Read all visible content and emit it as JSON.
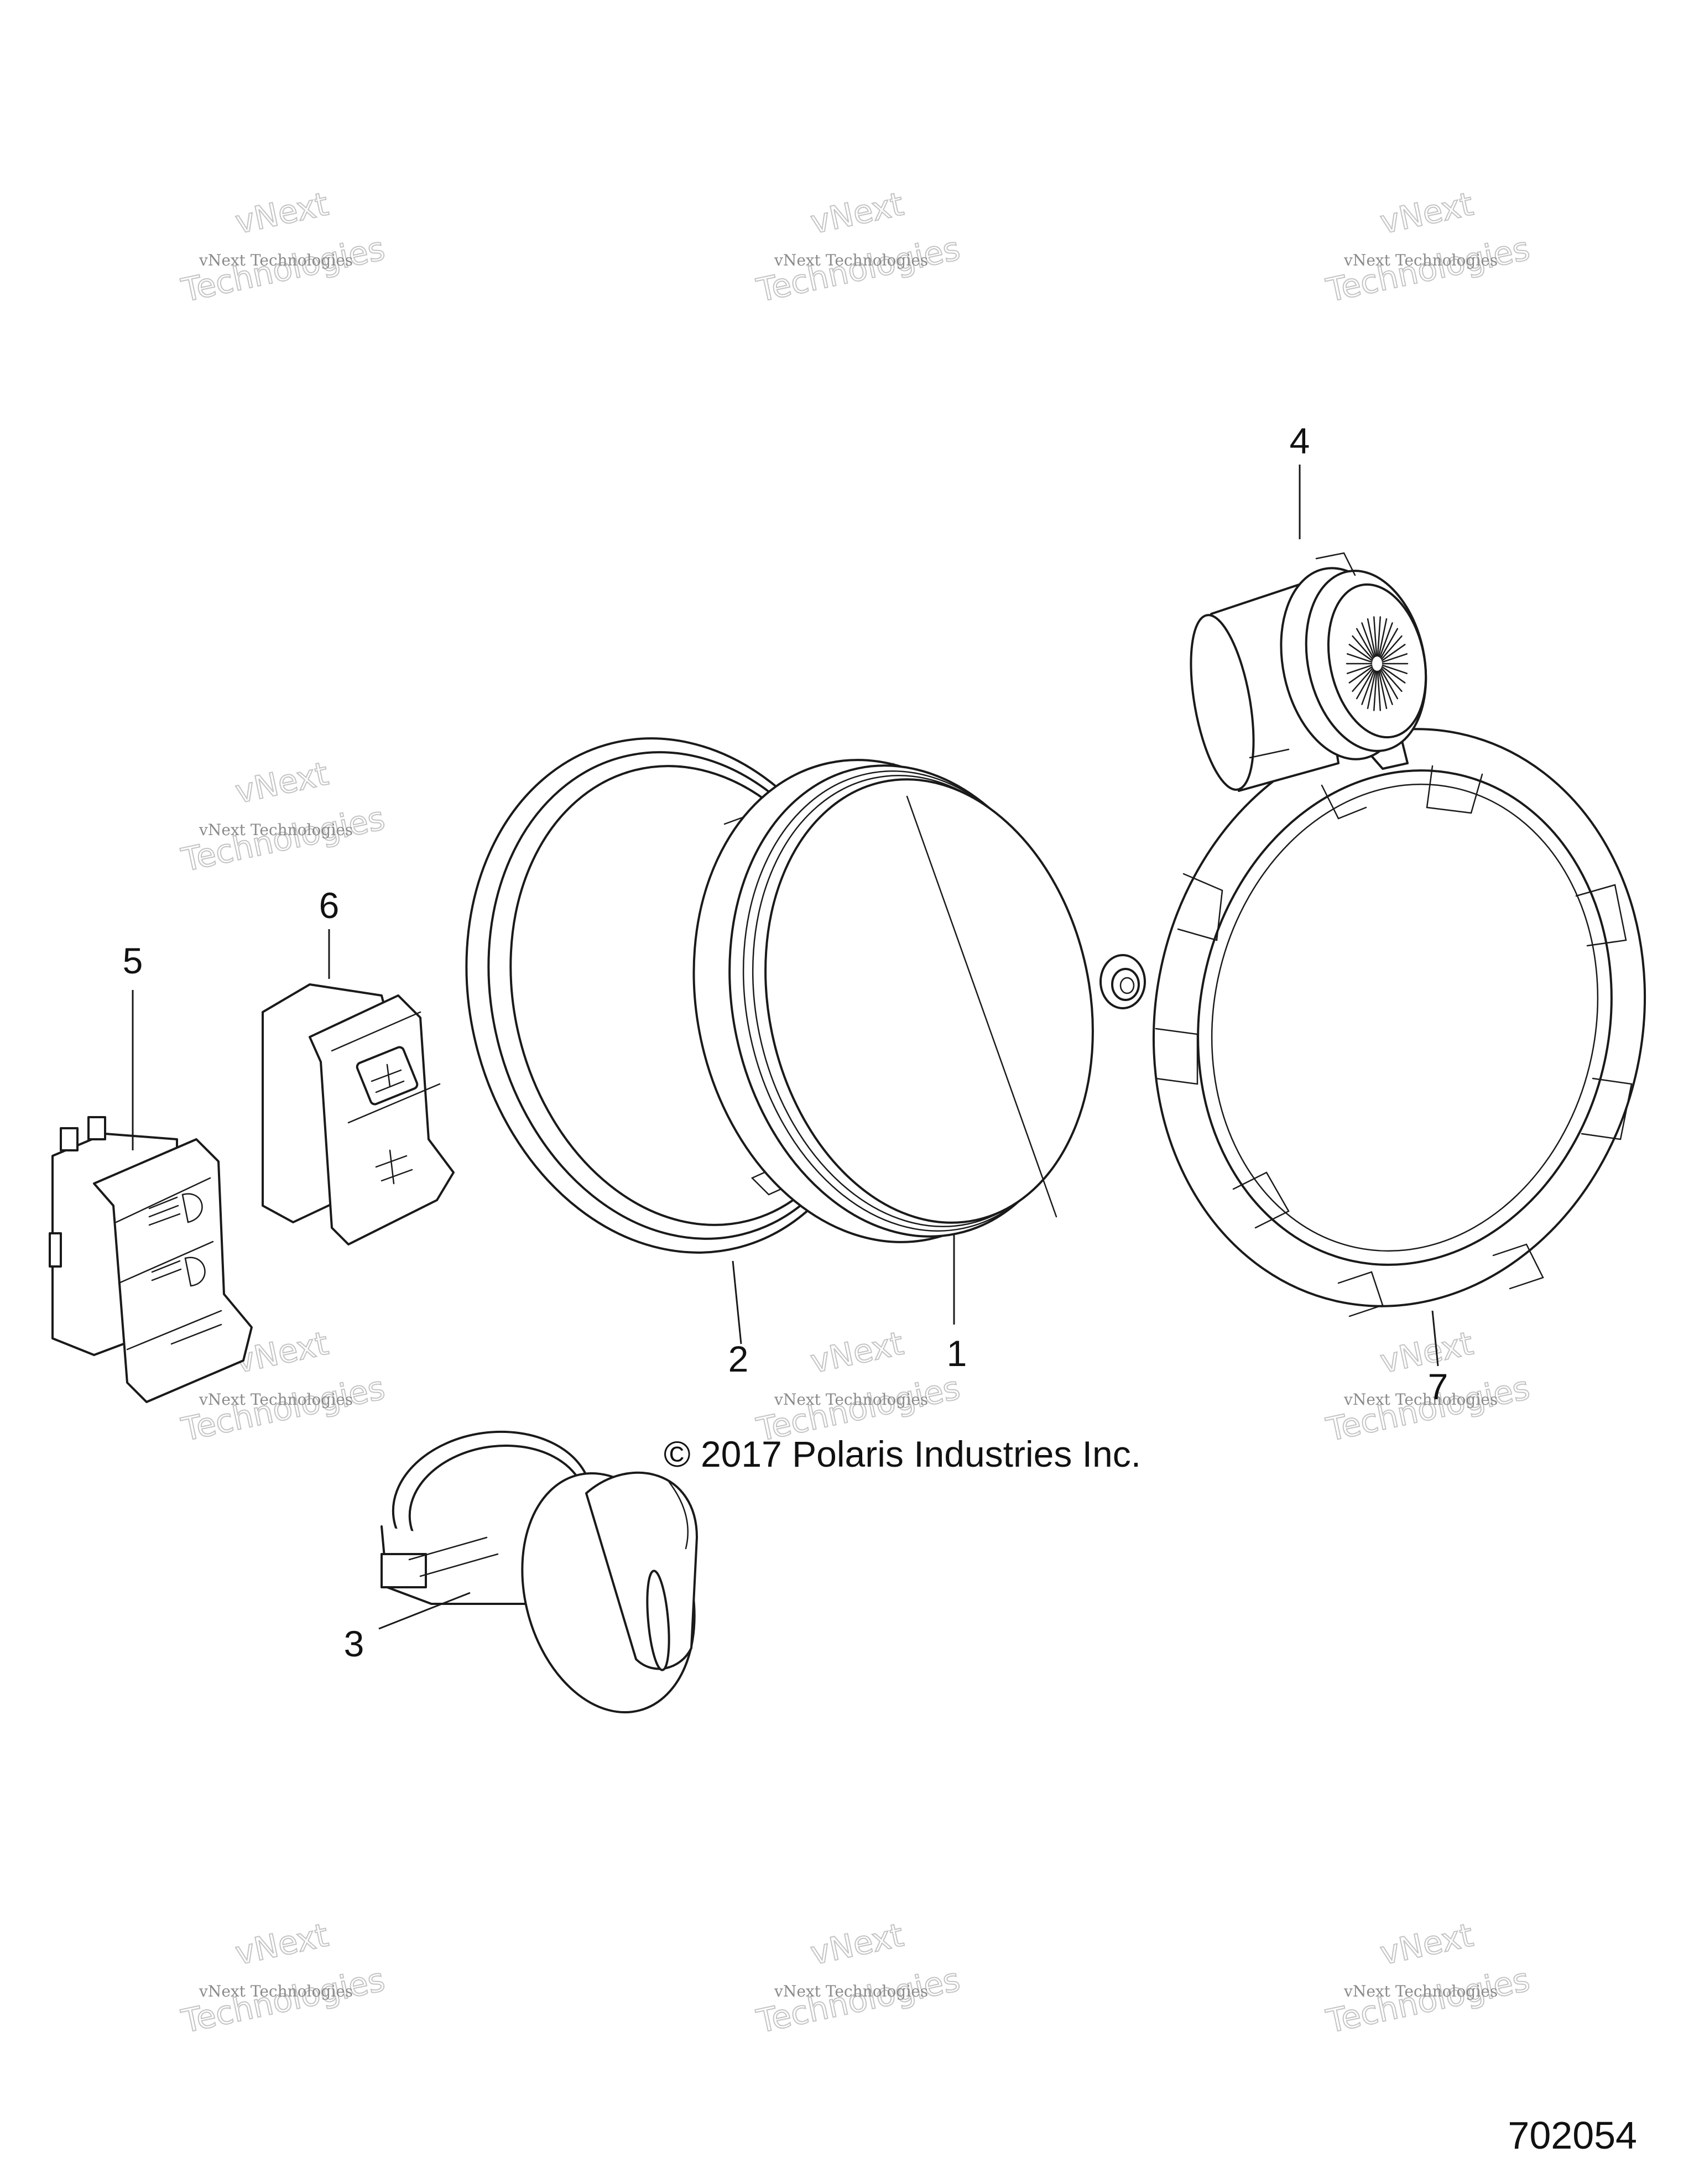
{
  "callouts": {
    "c1": "1",
    "c2": "2",
    "c3": "3",
    "c4": "4",
    "c5": "5",
    "c6": "6",
    "c7": "7"
  },
  "copyright": "© 2017 Polaris Industries Inc.",
  "figure_number": "702054",
  "watermark": {
    "line1": "vNext Technologies",
    "line2": "vNext",
    "line3": "Technologies"
  }
}
